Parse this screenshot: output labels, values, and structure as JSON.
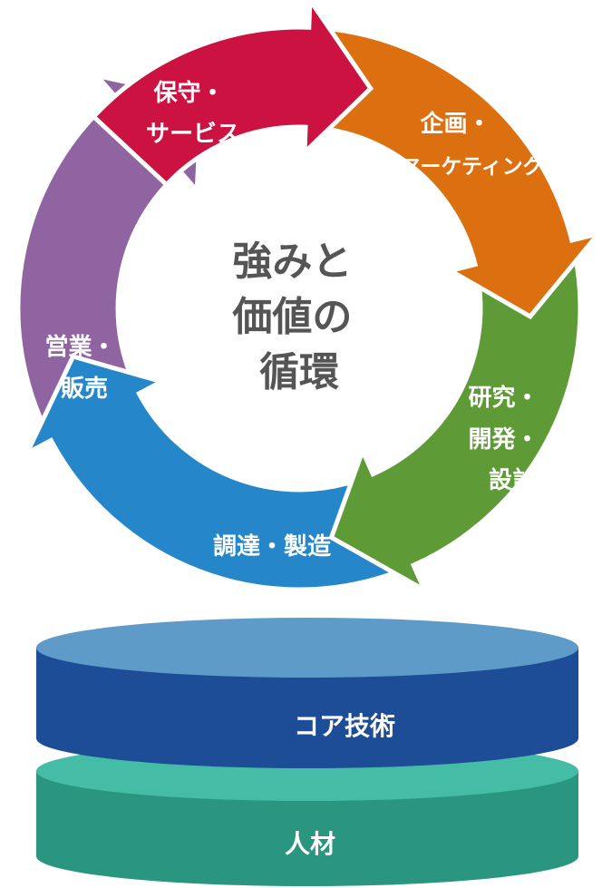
{
  "cycle": {
    "center": {
      "lines": [
        "強みと",
        "価値の",
        "循環"
      ]
    },
    "segments": [
      {
        "id": "maintenance",
        "lines": [
          "保守・",
          "サービス"
        ],
        "color": "#cc1241"
      },
      {
        "id": "planning",
        "lines": [
          "企画・",
          "マーケティング"
        ],
        "color": "#dc6f10"
      },
      {
        "id": "rnd",
        "lines": [
          "研究・",
          "開発・",
          "設計"
        ],
        "color": "#5e9a36"
      },
      {
        "id": "production",
        "lines": [
          "調達・製造"
        ],
        "color": "#2587c9"
      },
      {
        "id": "sales",
        "lines": [
          "営業・",
          "販売"
        ],
        "color": "#8f64a1"
      }
    ]
  },
  "foundation": {
    "core": {
      "label": "コア技術",
      "top_color": "#5e9bc9",
      "side_color": "#1d4d97"
    },
    "people": {
      "label": "人材",
      "top_color": "#45bca5",
      "side_color": "#2a967f"
    }
  }
}
